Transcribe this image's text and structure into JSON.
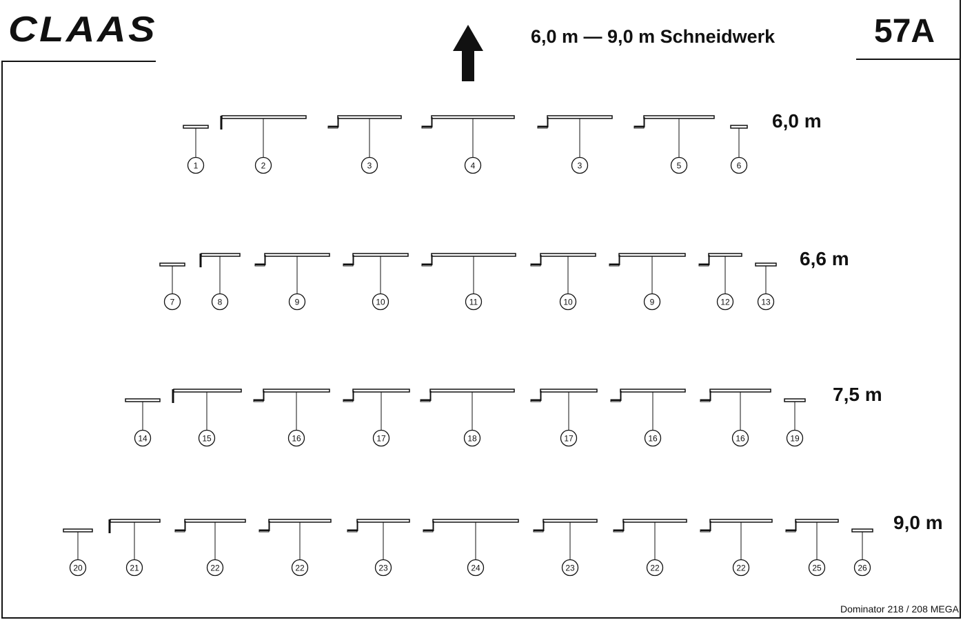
{
  "header": {
    "brand": "CLAAS",
    "title": "6,0 m — 9,0 m Schneidwerk",
    "page_code": "57A"
  },
  "footer": {
    "model": "Dominator 218 / 208 MEGA"
  },
  "icons": {
    "direction": "arrow-up-icon"
  },
  "rows": [
    {
      "label": "6,0 m",
      "parts": [
        {
          "n": "1",
          "type": "end"
        },
        {
          "n": "2",
          "type": "edge"
        },
        {
          "n": "3",
          "type": "step"
        },
        {
          "n": "4",
          "type": "step"
        },
        {
          "n": "3",
          "type": "step"
        },
        {
          "n": "5",
          "type": "step"
        },
        {
          "n": "6",
          "type": "end"
        }
      ]
    },
    {
      "label": "6,6 m",
      "parts": [
        {
          "n": "7",
          "type": "end"
        },
        {
          "n": "8",
          "type": "edge"
        },
        {
          "n": "9",
          "type": "step"
        },
        {
          "n": "10",
          "type": "step"
        },
        {
          "n": "11",
          "type": "step"
        },
        {
          "n": "10",
          "type": "step"
        },
        {
          "n": "9",
          "type": "step"
        },
        {
          "n": "12",
          "type": "step"
        },
        {
          "n": "13",
          "type": "end"
        }
      ]
    },
    {
      "label": "7,5 m",
      "parts": [
        {
          "n": "14",
          "type": "end"
        },
        {
          "n": "15",
          "type": "edge"
        },
        {
          "n": "16",
          "type": "step"
        },
        {
          "n": "17",
          "type": "step"
        },
        {
          "n": "18",
          "type": "step"
        },
        {
          "n": "17",
          "type": "step"
        },
        {
          "n": "16",
          "type": "step"
        },
        {
          "n": "16",
          "type": "step"
        },
        {
          "n": "19",
          "type": "end"
        }
      ]
    },
    {
      "label": "9,0 m",
      "parts": [
        {
          "n": "20",
          "type": "end"
        },
        {
          "n": "21",
          "type": "edge"
        },
        {
          "n": "22",
          "type": "step"
        },
        {
          "n": "22",
          "type": "step"
        },
        {
          "n": "23",
          "type": "step"
        },
        {
          "n": "24",
          "type": "step"
        },
        {
          "n": "23",
          "type": "step"
        },
        {
          "n": "22",
          "type": "step"
        },
        {
          "n": "22",
          "type": "step"
        },
        {
          "n": "25",
          "type": "step"
        },
        {
          "n": "26",
          "type": "end"
        }
      ]
    }
  ]
}
